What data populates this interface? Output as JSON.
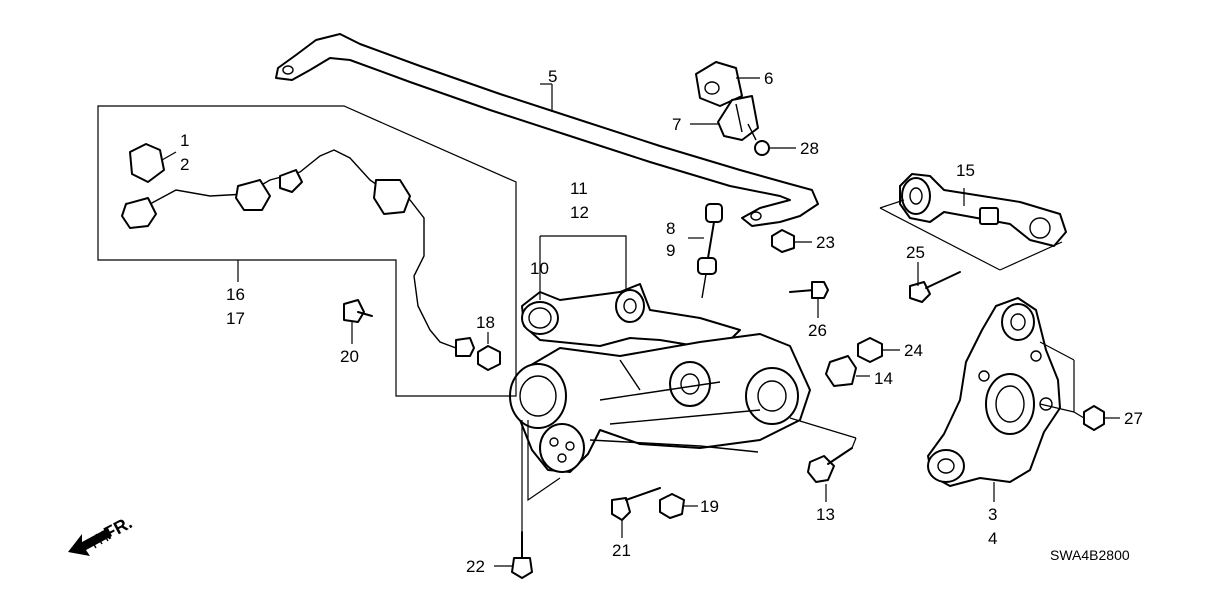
{
  "diagram": {
    "callouts": [
      "1",
      "2",
      "3",
      "4",
      "5",
      "6",
      "7",
      "8",
      "9",
      "10",
      "11",
      "12",
      "13",
      "14",
      "15",
      "16",
      "17",
      "18",
      "19",
      "20",
      "21",
      "22",
      "23",
      "24",
      "25",
      "26",
      "27",
      "28"
    ],
    "diagram_code": "SWA4B2800",
    "direction_label": "FR."
  }
}
